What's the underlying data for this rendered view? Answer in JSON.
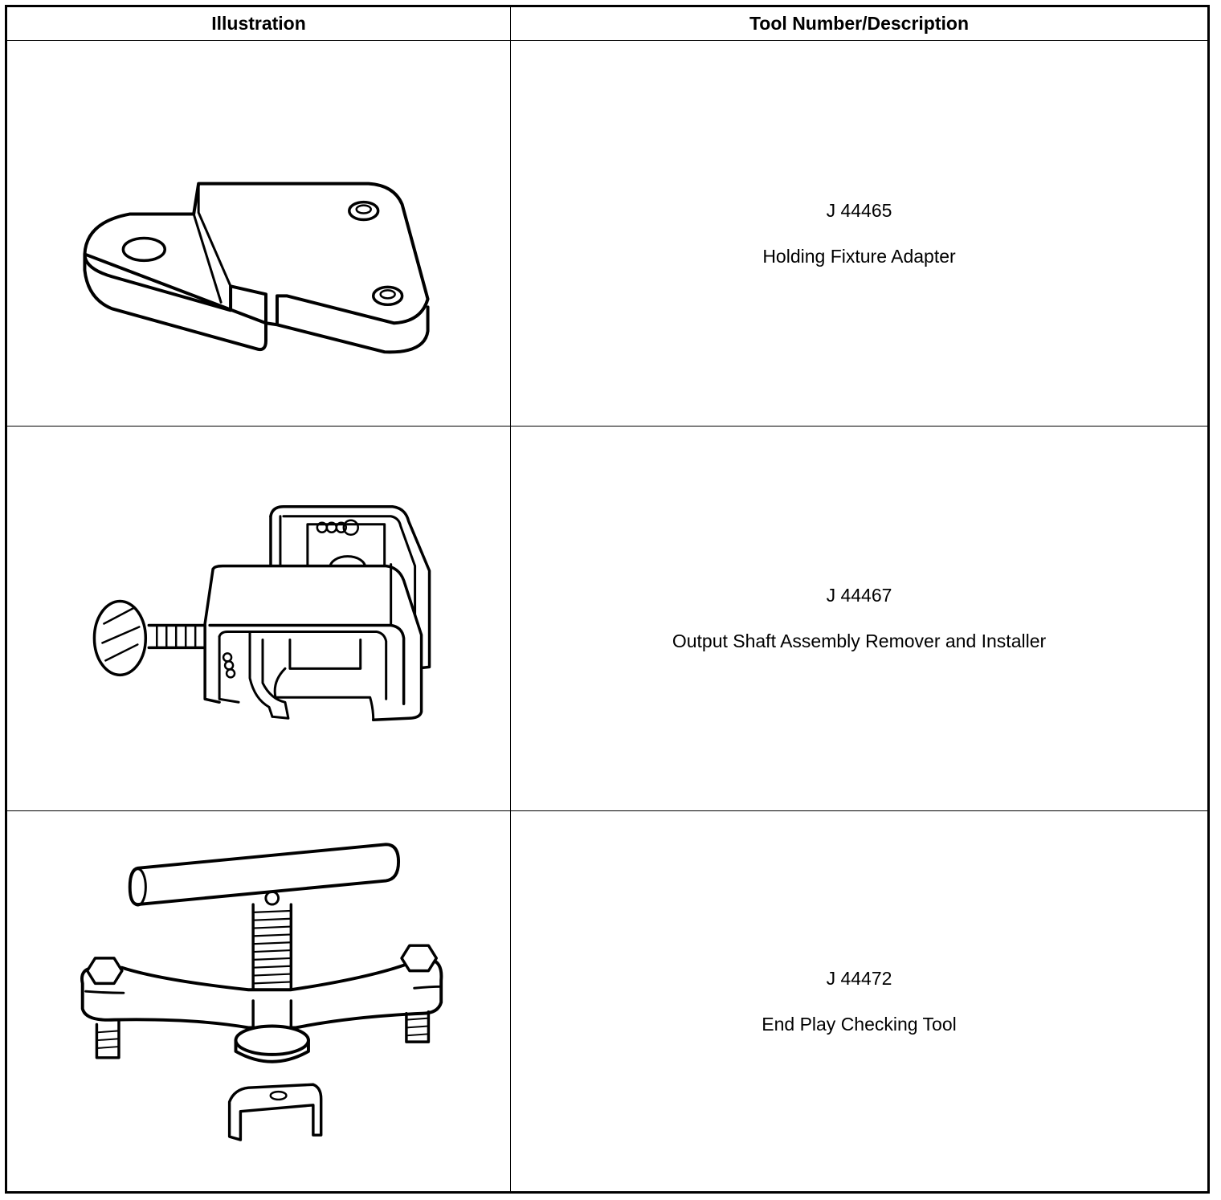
{
  "table": {
    "headers": {
      "illustration": "Illustration",
      "tool": "Tool Number/Description"
    },
    "rows": [
      {
        "tool_number": "J 44465",
        "description": "Holding Fixture Adapter",
        "illustration_icon": "holding-fixture-adapter-icon"
      },
      {
        "tool_number": "J 44467",
        "description": "Output Shaft Assembly Remover and Installer",
        "illustration_icon": "output-shaft-remover-installer-icon"
      },
      {
        "tool_number": "J 44472",
        "description": "End Play Checking Tool",
        "illustration_icon": "end-play-checking-tool-icon"
      }
    ]
  }
}
